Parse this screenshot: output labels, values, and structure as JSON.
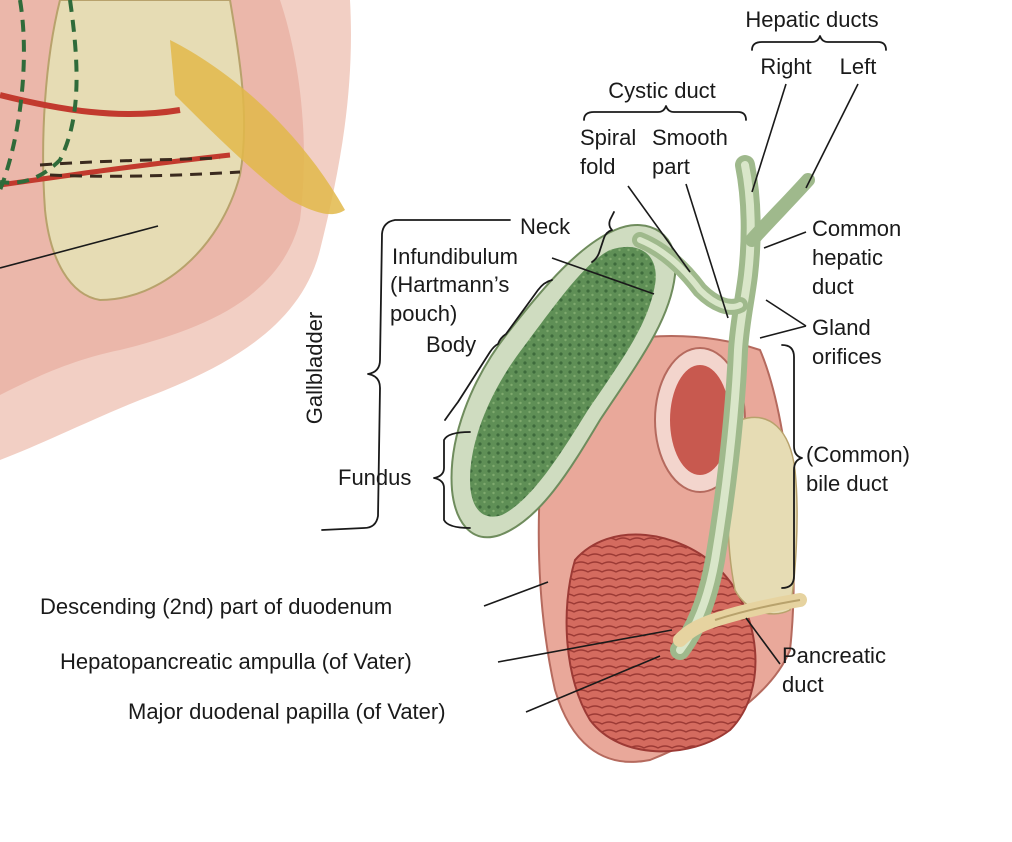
{
  "labels": {
    "hepatic_ducts": "Hepatic ducts",
    "right": "Right",
    "left": "Left",
    "cystic_duct": "Cystic duct",
    "spiral": "Spiral",
    "fold": "fold",
    "smooth": "Smooth",
    "part": "part",
    "neck": "Neck",
    "infundibulum": "Infundibulum",
    "hartmanns": "(Hartmann’s",
    "pouch": "pouch)",
    "body": "Body",
    "gallbladder": "Gallbladder",
    "fundus": "Fundus",
    "common_hepatic_1": "Common",
    "common_hepatic_2": "hepatic",
    "common_hepatic_3": "duct",
    "gland_1": "Gland",
    "gland_2": "orifices",
    "bile_1": "(Common)",
    "bile_2": "bile duct",
    "descending": "Descending (2nd) part of duodenum",
    "ampulla": "Hepatopancreatic ampulla (of Vater)",
    "papilla": "Major duodenal papilla (of Vater)",
    "pancreatic_1": "Pancreatic",
    "pancreatic_2": "duct"
  },
  "colors": {
    "gallbladder_green": "#5f8f56",
    "duodenum_pink": "#e9a89a",
    "mucosa_red": "#c8594f",
    "liver_cream": "#e6dcb4",
    "duct_green": "#9fb98c"
  }
}
